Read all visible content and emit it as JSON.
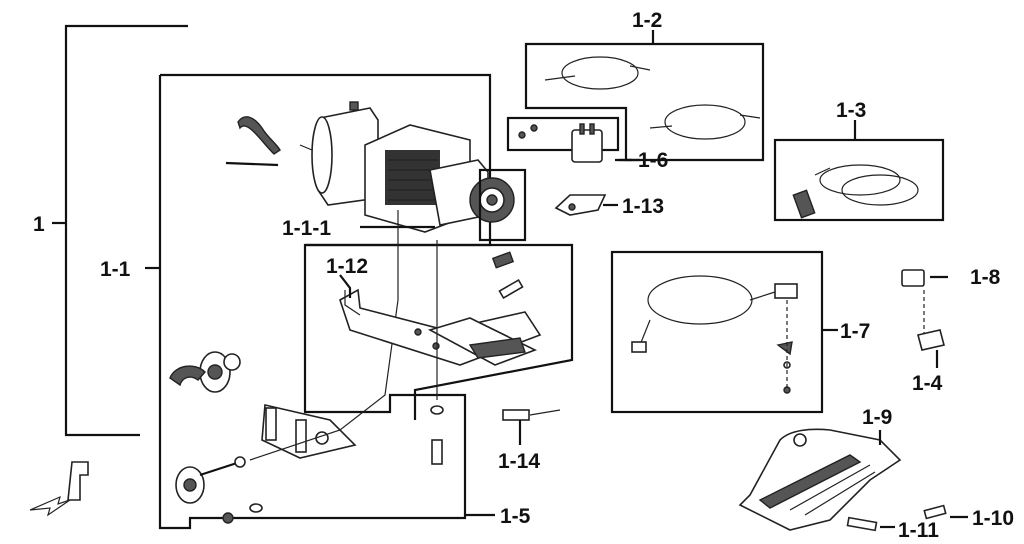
{
  "labels": {
    "l1": "1",
    "l1_1": "1-1",
    "l1_1_1": "1-1-1",
    "l1_2": "1-2",
    "l1_3": "1-3",
    "l1_4": "1-4",
    "l1_5": "1-5",
    "l1_6": "1-6",
    "l1_7": "1-7",
    "l1_8": "1-8",
    "l1_9": "1-9",
    "l1_10": "1-10",
    "l1_11": "1-11",
    "l1_12": "1-12",
    "l1_13": "1-13",
    "l1_14": "1-14"
  }
}
